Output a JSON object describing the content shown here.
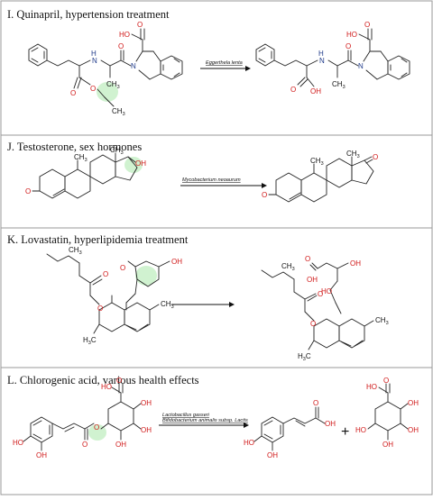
{
  "panels": [
    {
      "id": "I",
      "title": "I.  Quinapril, hypertension treatment",
      "microbes": [
        "Eggerthela lenta"
      ]
    },
    {
      "id": "J",
      "title": "J.  Testosterone, sex hormones",
      "microbes": [
        "Mycobacterium neoaurum"
      ]
    },
    {
      "id": "K",
      "title": "K.  Lovastatin, hyperlipidemia treatment",
      "microbes": []
    },
    {
      "id": "L",
      "title": "L.  Chlorogenic acid, various health effects",
      "microbes": [
        "Lactobacillus gasseri",
        "Bifidobacterium animalis subsp. Lactis"
      ]
    }
  ],
  "atom_labels": {
    "OH": "OH",
    "HO": "HO",
    "O": "O",
    "N": "N",
    "H": "H",
    "CH3": "CH",
    "H3C": "H",
    "sub3": "3",
    "plus": "+"
  },
  "colors": {
    "oxygen": "#d01818",
    "nitrogen": "#1f3a8a",
    "highlight": "#c8f0c8",
    "divider": "#9a9a9a"
  }
}
